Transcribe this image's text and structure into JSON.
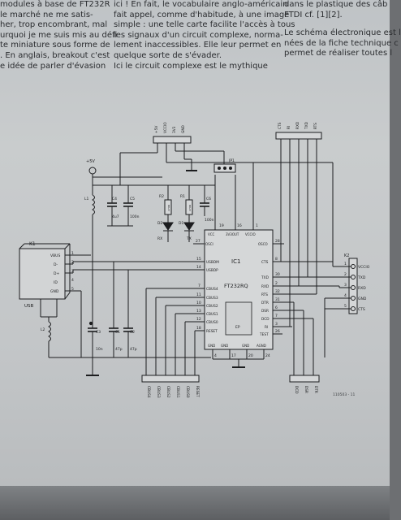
{
  "article": {
    "col1": [
      "modules à base de FT232R",
      "le marché ne me satis-",
      "her, trop encombrant, mal",
      "urquoi je me suis mis au défi",
      "te miniature sous forme de",
      ". En anglais, breakout c'est",
      "e idée de parler d'évasion"
    ],
    "col2": [
      "ici ! En fait, le vocabulaire anglo-américain",
      "fait appel, comme d'habitude, à une image",
      "simple : une telle carte facilite l'accès à tous",
      "les signaux d'un circuit complexe, norma-",
      "lement inaccessibles. Elle leur permet en",
      "quelque sorte de s'évader.",
      "Ici le circuit complexe est le mythique"
    ],
    "col3a": [
      "dans le plastique des câb",
      "FTDI cf. [1][2]."
    ],
    "col3b": [
      "Le schéma électronique est l",
      "nées de la fiche technique c",
      "permet de réaliser toutes l"
    ]
  },
  "schematic": {
    "ic1_label": "IC1",
    "ic1_part": "FT232RQ",
    "ic1_pad": "EP",
    "k1_label": "K1",
    "k2_label": "K2",
    "usb_label": "USB",
    "jp1_label": "JP1",
    "plus5v": "+5V",
    "k1_pins": [
      "VBUS",
      "D-",
      "D+",
      "ID",
      "GND"
    ],
    "k1_nums": [
      "1",
      "2",
      "3",
      "4",
      "5"
    ],
    "k2_pins": [
      "VCCIO",
      "TXD",
      "RXD",
      "GND",
      "CTS"
    ],
    "k2_nums": [
      "1",
      "2",
      "3",
      "4",
      "5"
    ],
    "ic_left_pins": [
      {
        "num": "15",
        "name": "USBDM"
      },
      {
        "num": "14",
        "name": "USBDP"
      },
      {
        "num": "7",
        "name": "CBUS4"
      },
      {
        "num": "11",
        "name": "CBUS3"
      },
      {
        "num": "10",
        "name": "CBUS2"
      },
      {
        "num": "13",
        "name": "CBUS1"
      },
      {
        "num": "12",
        "name": "CBUS0"
      },
      {
        "num": "18",
        "name": "RESET"
      }
    ],
    "ic_right_pins": [
      {
        "num": "8",
        "name": "CTS"
      },
      {
        "num": "30",
        "name": "TXD"
      },
      {
        "num": "2",
        "name": "RXD"
      },
      {
        "num": "32",
        "name": "RTS"
      },
      {
        "num": "31",
        "name": "DTR"
      },
      {
        "num": "6",
        "name": "DSR"
      },
      {
        "num": "7",
        "name": "DCD"
      },
      {
        "num": "3",
        "name": "RI"
      },
      {
        "num": "26",
        "name": "TEST"
      }
    ],
    "ic_top_pins": [
      {
        "num": "19",
        "name": "VCC"
      },
      {
        "num": "16",
        "name": "3V3OUT"
      },
      {
        "num": "1",
        "name": "VCCIO"
      }
    ],
    "ic_bottom_pins": [
      {
        "num": "4",
        "name": "GND"
      },
      {
        "num": "17",
        "name": "GND"
      },
      {
        "num": "20",
        "name": "GND"
      },
      {
        "num": "24",
        "name": "AGND"
      }
    ],
    "ic_osc": [
      {
        "num": "27",
        "name": "OSCI"
      },
      {
        "num": "28",
        "name": "OSCO"
      }
    ],
    "top_header": [
      "+5V",
      "VCCIO",
      "3V3",
      "GND"
    ],
    "right_header": [
      "CTS",
      "RI",
      "RXD",
      "TXD",
      "RTS"
    ],
    "bottom_left_header": [
      "CBUS4",
      "CBUS3",
      "CBUS2",
      "CBUS1",
      "CBUS0",
      "RESET"
    ],
    "bottom_right_header": [
      "DCD",
      "DSR",
      "DTR"
    ],
    "components": {
      "L1": "L1",
      "L2": "L2",
      "C1": "C1",
      "C1v": "47p",
      "C2": "C2",
      "C2v": "47p",
      "C3": "C3",
      "C3v": "10n",
      "C4": "C4",
      "C4v": "4u7",
      "C5": "C5",
      "C5v": "100n",
      "C6": "C6",
      "C6v": "100n",
      "R1": "R1",
      "R1v": "270R",
      "R2": "R2",
      "R2v": "270R",
      "D1": "D1",
      "D1v": "TX",
      "D2": "D2",
      "D2v": "RX"
    },
    "ref_code": "110503 - 11"
  }
}
